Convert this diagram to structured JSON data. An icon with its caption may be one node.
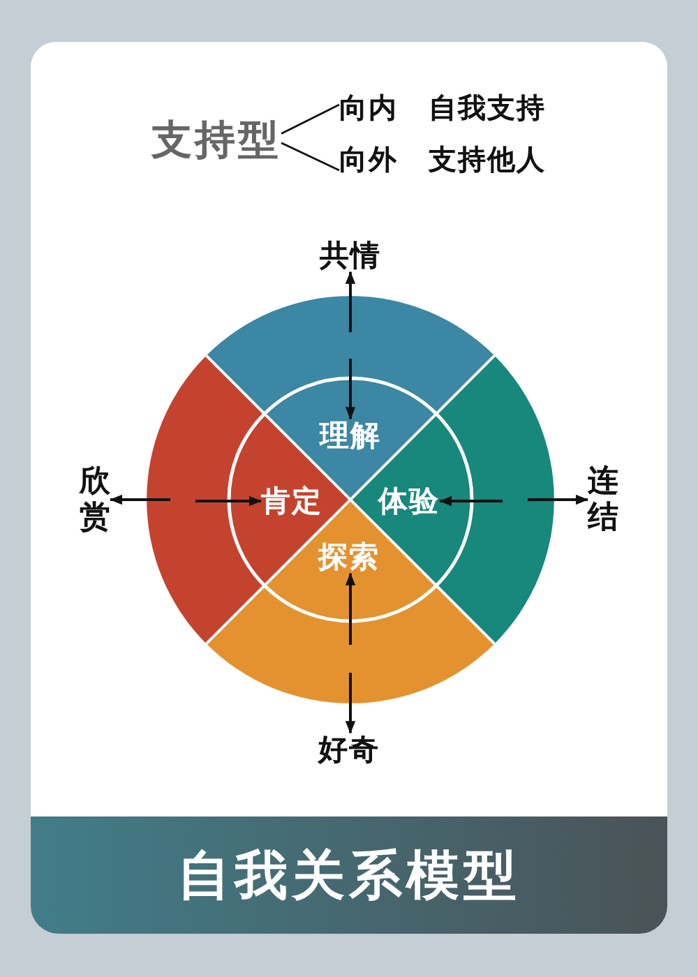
{
  "diagram": {
    "title": "自我关系模型",
    "nodes": [
      {
        "text": [
          "支持型"
        ]
      },
      {
        "text": [
          "向内 自我支持"
        ]
      },
      {
        "text": [
          "向外 支持他人"
        ]
      },
      {
        "text": [
          "共情"
        ]
      },
      {
        "text": [
          "理解"
        ]
      },
      {
        "text": [
          "欣赏"
        ]
      },
      {
        "text": [
          "肯定"
        ]
      },
      {
        "text": [
          "体验"
        ]
      },
      {
        "text": [
          "连结"
        ]
      },
      {
        "text": [
          "探索"
        ]
      },
      {
        "text": [
          "好奇"
        ]
      }
    ],
    "edges": [
      {
        "from": 0,
        "to": 1,
        "arrow": "none"
      },
      {
        "from": 0,
        "to": 2,
        "arrow": "none"
      },
      {
        "from": null,
        "to": 3,
        "arrow": "to"
      },
      {
        "from": null,
        "to": 4,
        "arrow": "to"
      },
      {
        "from": null,
        "to": 5,
        "arrow": "to"
      },
      {
        "from": null,
        "to": 6,
        "arrow": "to"
      },
      {
        "from": null,
        "to": 7,
        "arrow": "to"
      },
      {
        "from": null,
        "to": 8,
        "arrow": "to"
      },
      {
        "from": null,
        "to": 9,
        "arrow": "to"
      },
      {
        "from": null,
        "to": 10,
        "arrow": "to"
      }
    ]
  }
}
